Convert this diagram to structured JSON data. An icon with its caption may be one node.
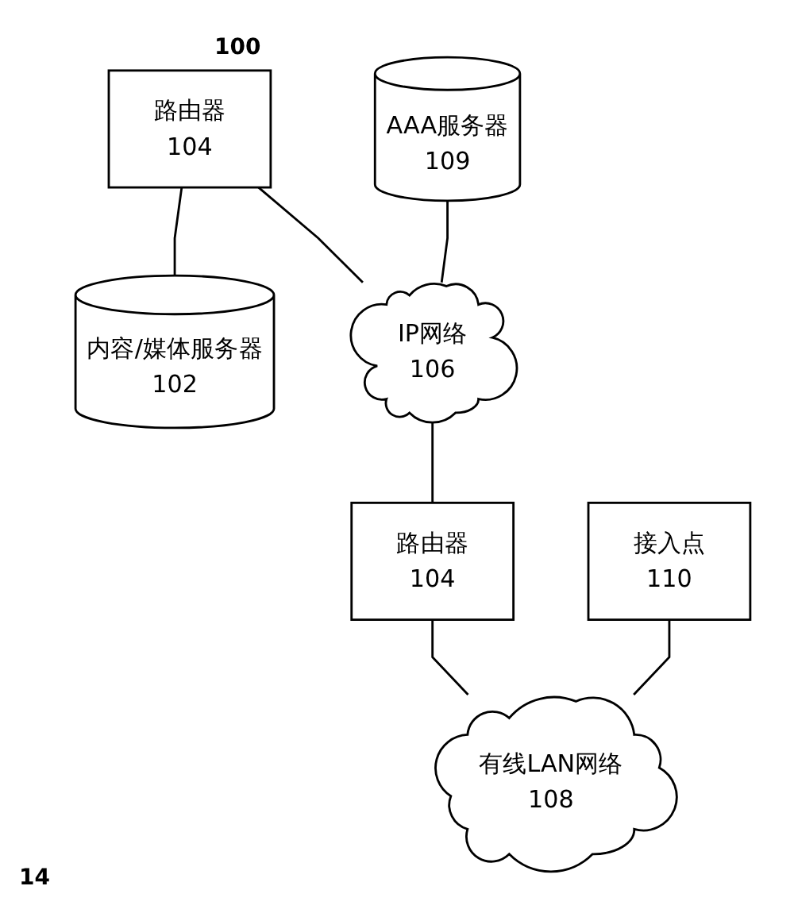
{
  "diagram": {
    "nodes": [
      {
        "text": [
          "路由器",
          "104"
        ]
      },
      {
        "text": [
          "内容/媒体服务器",
          "102"
        ]
      },
      {
        "text": [
          "AAA服务器",
          "109"
        ]
      },
      {
        "text": [
          "IP网络",
          "106"
        ]
      },
      {
        "text": [
          "路由器",
          "104"
        ]
      },
      {
        "text": [
          "有线LAN网络",
          "108"
        ]
      },
      {
        "text": [
          "接入点",
          "110"
        ]
      }
    ],
    "edges": [
      {
        "from": 0,
        "to": 1,
        "arrow": "none"
      },
      {
        "from": 0,
        "to": 3,
        "arrow": "none"
      },
      {
        "from": 2,
        "to": 3,
        "arrow": "none"
      },
      {
        "from": 3,
        "to": 4,
        "arrow": "none"
      },
      {
        "from": 4,
        "to": 5,
        "arrow": "none"
      },
      {
        "from": 6,
        "to": 5,
        "arrow": "none"
      }
    ],
    "labels": [
      "100",
      "14"
    ]
  }
}
